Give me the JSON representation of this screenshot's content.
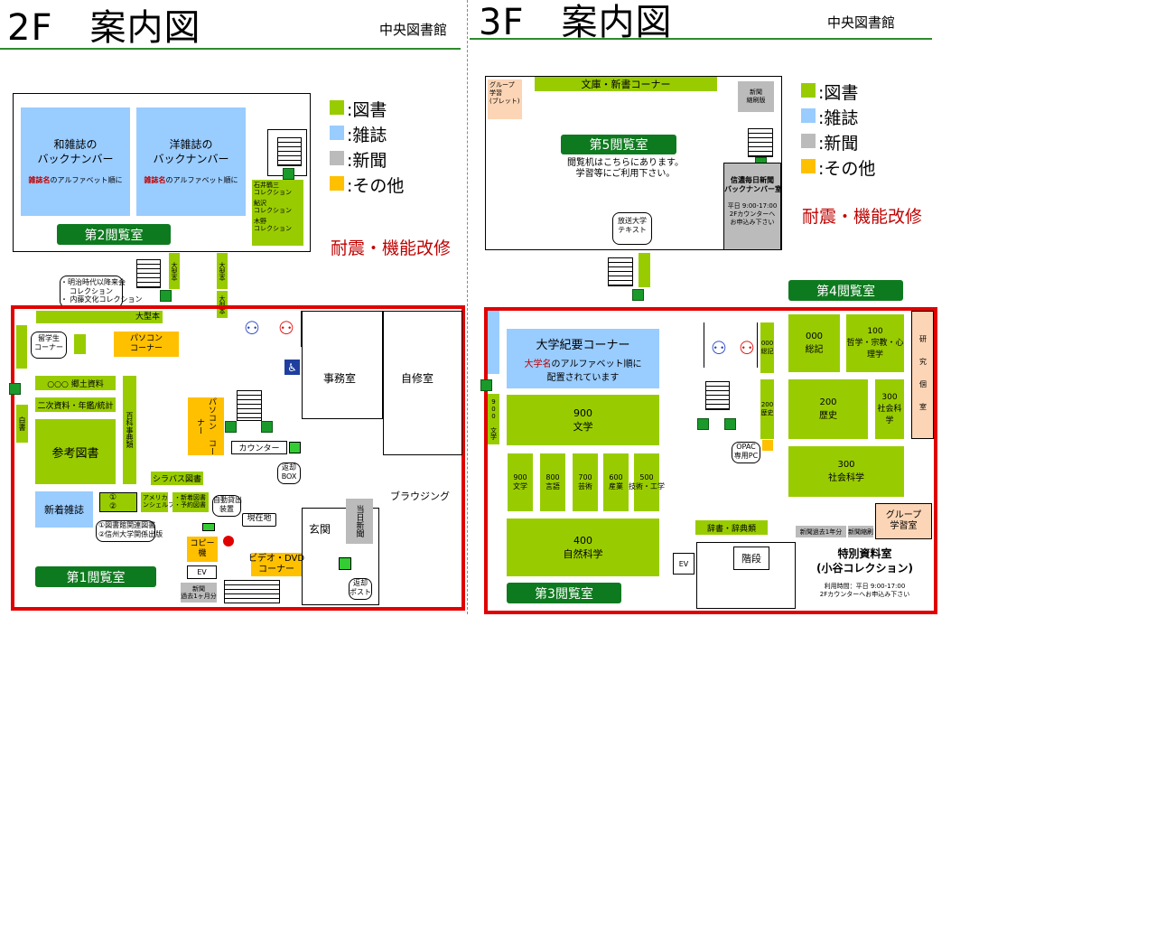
{
  "floor2": {
    "title": "2F　案内図",
    "library": "中央図書館",
    "renovation": "耐震・機能改修",
    "legend": [
      {
        "label": ":図書",
        "color": "#99cc00"
      },
      {
        "label": ":雑誌",
        "color": "#99ccff"
      },
      {
        "label": ":新聞",
        "color": "#bbbbbb"
      },
      {
        "label": ":その他",
        "color": "#ffc000"
      }
    ],
    "reading_room_2": "第2閲覧室",
    "jp_magazines": "和雑誌の\nバックナンバー",
    "jp_magazines_note_red": "雑誌名",
    "jp_magazines_note": "のアルファベット順に",
    "foreign_magazines": "洋雑誌の\nバックナンバー",
    "foreign_magazines_note_red": "雑誌名",
    "foreign_magazines_note": "のアルファベット順に",
    "collection_box": [
      "石井鶴三\nコレクション",
      "鮎沢\nコレクション",
      "木野\nコレクション"
    ],
    "big_book_1": "大型本",
    "big_book_2": "大型本",
    "big_book_3": "大型本",
    "big_book_4": "大型本",
    "callout_meiji": "・明治時代以降来会\nコレクション\n・ 内藤文化コレクション",
    "reading_room_1": "第1閲覧室",
    "intl_students": "留学生\nコーナー",
    "pc_corner_1": "パソコン\nコーナー",
    "local_materials": "○○○ 郷土資料",
    "secondary_materials": "二次資料・年鑑/統計",
    "reference": "参考図書",
    "encyclopedia": "百科事典類",
    "white_paper": "白書",
    "pc_corner_2": "パソコン\nコーナー",
    "counter": "カウンター",
    "return_box": "返却\nBOX",
    "syllabus": "シラバス図書",
    "new_magazines": "新着雑誌",
    "circled": [
      "①",
      "②"
    ],
    "circle_note": "①図書館関連図書\n②信州大学関係出版",
    "american_shelf": "アメリカ\nンシェルフ",
    "new_books": "・新着図書\n・予約図書",
    "auto_loan": "自動貸出\n装置",
    "current_loc": "現在地",
    "copier": "コピー\n機",
    "ev": "EV",
    "old_news": "新聞\n過去1ヶ月分",
    "video_corner": "ビデオ・DVD\nコーナー",
    "office": "事務室",
    "study_room": "自修室",
    "entrance": "玄関",
    "today_news": "当日新聞",
    "browsing": "ブラウジング",
    "return_post": "返却\nポスト"
  },
  "floor3": {
    "title": "3F　案内図",
    "library": "中央図書館",
    "renovation": "耐震・機能改修",
    "legend": [
      {
        "label": ":図書",
        "color": "#99cc00"
      },
      {
        "label": ":雑誌",
        "color": "#99ccff"
      },
      {
        "label": ":新聞",
        "color": "#bbbbbb"
      },
      {
        "label": ":その他",
        "color": "#ffc000"
      }
    ],
    "group_study_top": "グループ\n学習\n(ブレット)",
    "bunko": "文庫・新書コーナー",
    "news_reduced": "新聞\n縮刷版",
    "reading_room_5": "第5閲覧室",
    "reading_room_5_note": "閲覧机はこちらにあります。\n学習等にご利用下さい。",
    "shinano_news": "信濃毎日新聞\nバックナンバー室",
    "shinano_news_note": "平日 9:00-17:00\n2Fカウンターへ\nお申込み下さい",
    "broadcast_univ": "放送大学\nテキスト",
    "reading_room_4": "第4閲覧室",
    "bulletin": "大学紀要コーナー",
    "bulletin_note_red": "大学名",
    "bulletin_note": "のアルファベット順に\n配置されています",
    "lit_900_small": "900\n文学",
    "lit_900": "900\n文学",
    "general_000": "000\n総記",
    "philosophy_100": "100\n哲学・宗教・心理学",
    "history_200_small": "200\n歴史",
    "history_200": "200\n歴史",
    "social_300_small": "300\n社会科学",
    "social_300": "300\n社会科学",
    "opac": "OPAC\n専用PC",
    "shelves": [
      "900\n文学",
      "800\n言語",
      "700\n芸術",
      "600\n産業",
      "500\n技術・工学"
    ],
    "nature_400": "400\n自然科学",
    "dictionaries": "辞書・辞典類",
    "ev": "EV",
    "stairs": "階段",
    "news_1year": "新聞過去1年分",
    "news_other": "新聞縮刷",
    "special_room": "特別資料室\n(小谷コレクション)",
    "special_note": "利用時間：平日 9:00-17:00\n2Fカウンターへお申込み下さい",
    "group_study": "グループ\n学習室",
    "research": [
      "研",
      "究",
      "個",
      "室"
    ],
    "reading_room_3": "第3閲覧室"
  }
}
